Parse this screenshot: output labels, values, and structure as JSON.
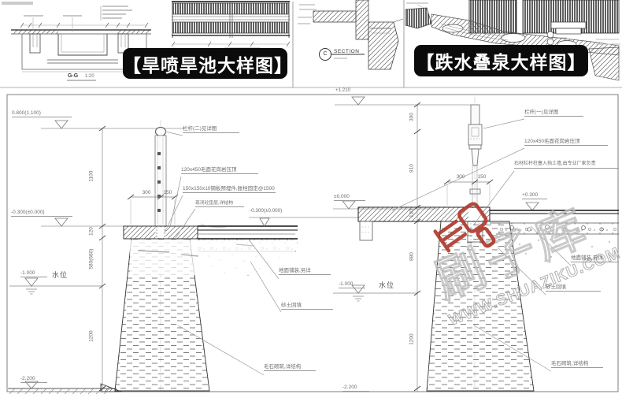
{
  "page": {
    "bg": "#ffffff",
    "line_color": "#4a4a4a",
    "accent_red": "#b03a2e"
  },
  "top_band": {
    "label_dry_fountain": "【旱喷旱池大样图】",
    "label_waterfall": "【跌水叠泉大样图】",
    "section_mark_left": "G-G",
    "section_scale_left": "1:20",
    "section_bubble": "C",
    "section_label": "SECTION"
  },
  "left_detail": {
    "elev_top": "0.800(1.100)",
    "elev_slab": "-0.300(±0.000)",
    "elev_water": "-1.000",
    "water_label": "水位",
    "elev_bottom": "-2.200",
    "dims": {
      "v1": "1100",
      "v2": "120",
      "v3": "580(680)",
      "v4": "1200",
      "h1": "300",
      "h2": "150"
    },
    "notes": {
      "railing": "栏杆(二)见详图",
      "coping": "120x450毛面花岗岩压顶",
      "embed": "150x150x10钢板预埋件,胀栓固定@1500",
      "cast": "现浇砼垫层,详结构",
      "paving": "地面铺装,另详",
      "sand": "砂土回填",
      "rubble": "毛石砌筑,详结构"
    }
  },
  "right_detail": {
    "elev_top": "+1.210",
    "elev_zero": "±0.000",
    "elev_paving": "+0.300",
    "elev_water": "-1.000",
    "water_label": "水位",
    "elev_bottom": "-2.200",
    "dims": {
      "v1": "300",
      "v2": "910",
      "v3": "120",
      "v4": "880",
      "v5": "1200",
      "h1": "300",
      "h2": "150"
    },
    "notes": {
      "railing": "栏杆(一)见详图",
      "coping": "120x450毛面花岗岩压顶",
      "stone": "石材栏杆柱塞入挡土墙,由专业厂家负责",
      "paving": "地面铺装,另详",
      "sand": "砂土回填",
      "rubble": "毛石砌筑,详结构"
    }
  },
  "watermark": {
    "brand": "刷子库",
    "url": "WWW.SHUAZIKU.COM",
    "color": "#b03a2e"
  }
}
